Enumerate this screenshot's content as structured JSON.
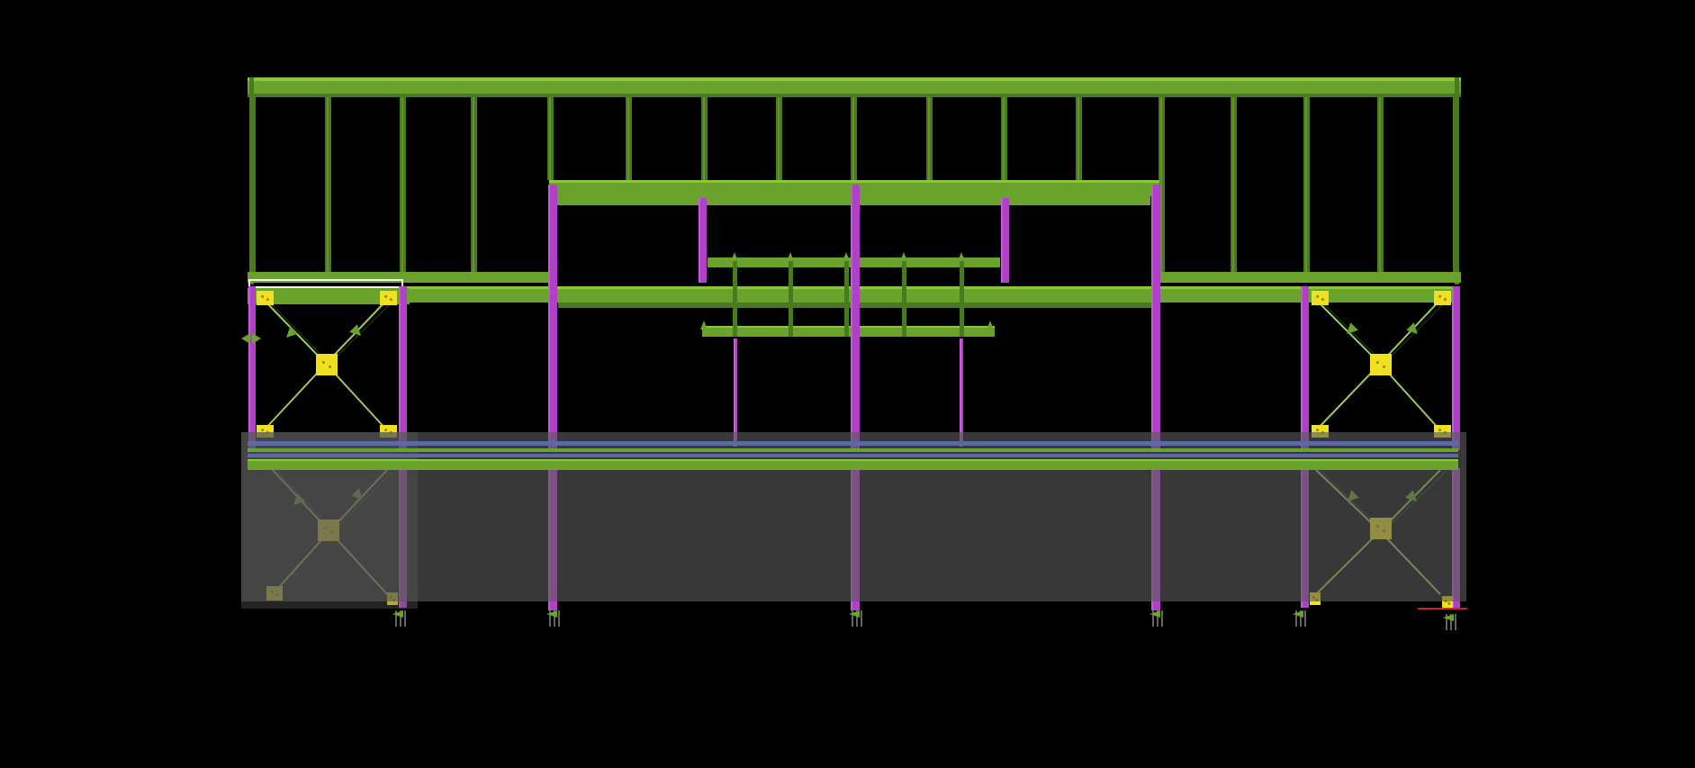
{
  "viewport": {
    "background": "#000000"
  },
  "colors": {
    "beam": "#6aa32c",
    "beam_dark": "#4a7a1e",
    "beam_edge": "#8cc63f",
    "column": "#b040c8",
    "column_edge": "#d070e0",
    "plate": "#f0e020",
    "plate_bolt": "#8a8a10",
    "slab": "#5a5a5a",
    "slab_opacity": "0.62",
    "rebar_blue": "#5a6aa8",
    "brace": "#9ccc5a",
    "brace_dark": "#2c3a18",
    "selection": "#f4f4f4",
    "anchor": "#c8c8c8",
    "axis_red": "#d02020"
  },
  "elements": {
    "roof_beam": "roof-beam",
    "purlins": "roof-purlin",
    "columns": "column",
    "bracing": "x-bracing",
    "gusset_plates": "gusset-plate",
    "floor_slab": "floor-slab",
    "anchor_bolts": "anchor-bolt"
  }
}
